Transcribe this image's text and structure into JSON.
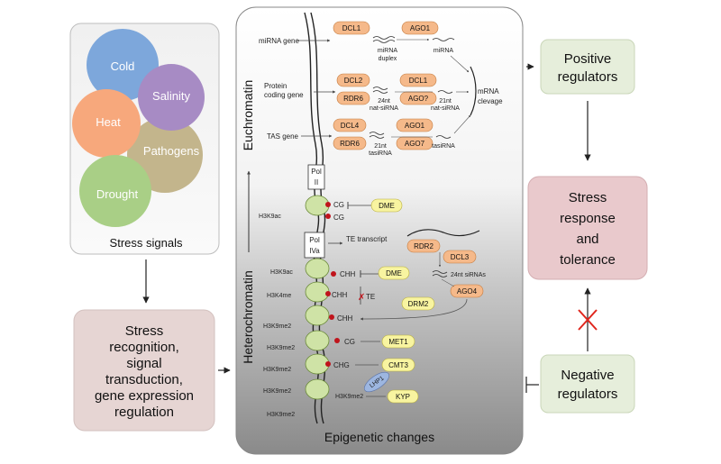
{
  "stress_panel": {
    "title": "Stress signals",
    "signals": [
      "Cold",
      "Salinity",
      "Heat",
      "Pathogens",
      "Drought"
    ]
  },
  "recognition_box": [
    "Stress",
    "recognition,",
    "signal",
    "transduction,",
    "gene expression",
    "regulation"
  ],
  "epigenetic": {
    "caption": "Epigenetic changes",
    "euchromatin": "Euchromatin",
    "heterochromatin": "Heterochromatin",
    "pol2": [
      "Pol",
      "II"
    ],
    "pol4": [
      "Pol",
      "IVa"
    ],
    "mirna_gene": "miRNA gene",
    "protein_coding_gene": [
      "Protein",
      "coding gene"
    ],
    "tas_gene": "TAS gene",
    "dcl1": "DCL1",
    "ago1": "AGO1",
    "mirna_duplex": [
      "miRNA",
      "duplex"
    ],
    "mirna": "miRNA",
    "dcl2": "DCL2",
    "rdr6": "RDR6",
    "nt24": "24nt",
    "nat_sirna": "nat-siRNA",
    "ago_q": "AGO?",
    "nt21": "21nt",
    "mrna_clevage": [
      "mRNA",
      "clevage"
    ],
    "dcl4": "DCL4",
    "ago7": "AGO7",
    "tasirna": "tasiRNA",
    "h3k9ac": "H3K9ac",
    "cg": "CG",
    "dme": "DME",
    "te_transcript": "TE transcript",
    "rdr2": "RDR2",
    "dcl3": "DCL3",
    "sirna24": "24nt siRNAs",
    "ago4": "AGO4",
    "drm2": "DRM2",
    "chh": "CHH",
    "h3k4me": "H3K4me",
    "te": "TE",
    "h3k9me2": "H3K9me2",
    "met1": "MET1",
    "chg": "CHG",
    "cmt3": "CMT3",
    "lhp1": "LHP1",
    "kyp": "KYP"
  },
  "positive_regulators": [
    "Positive",
    "regulators"
  ],
  "negative_regulators": [
    "Negative",
    "regulators"
  ],
  "stress_response": [
    "Stress",
    "response",
    "and",
    "tolerance"
  ],
  "colors": {
    "cold": "#7DA7DB",
    "salinity": "#A78BC4",
    "heat": "#F7A87C",
    "pathogens": "#C3B58C",
    "drought": "#A9CF86",
    "enzyme_orange": "#F5B98A",
    "enzyme_yellow": "#F8F4A0",
    "green_box": "#E6EEDB",
    "pink_box": "#E9C9CC",
    "mauve_box": "#E6D5D3",
    "methyl_dot": "#C0141C"
  }
}
